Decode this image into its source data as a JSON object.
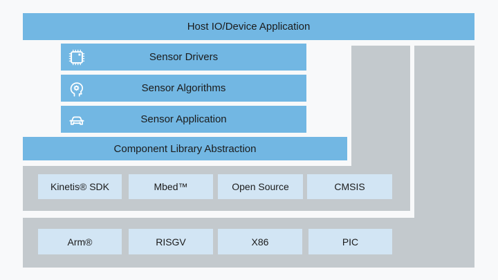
{
  "colors": {
    "background": "#f8f9fa",
    "bar_blue": "#72b7e3",
    "box_light_blue": "#d2e5f4",
    "panel_gray": "#c3c9cd",
    "text": "#1b1b1b",
    "icon_white": "#ffffff"
  },
  "top_bar": {
    "label": "Host IO/Device Application"
  },
  "sensor_stack": {
    "layers": [
      {
        "label": "Sensor Drivers",
        "icon": "chip-icon"
      },
      {
        "label": "Sensor Algorithms",
        "icon": "head-gear-icon"
      },
      {
        "label": "Sensor Application",
        "icon": "car-icon"
      }
    ]
  },
  "abstraction_bar": {
    "label": "Component Library Abstraction"
  },
  "sdk_row": {
    "items": [
      {
        "label": "Kinetis® SDK"
      },
      {
        "label": "Mbed™"
      },
      {
        "label": "Open Source"
      },
      {
        "label": "CMSIS"
      }
    ]
  },
  "hardware_row": {
    "items": [
      {
        "label": "Arm®"
      },
      {
        "label": "RISGV"
      },
      {
        "label": "X86"
      },
      {
        "label": "PIC"
      }
    ]
  }
}
